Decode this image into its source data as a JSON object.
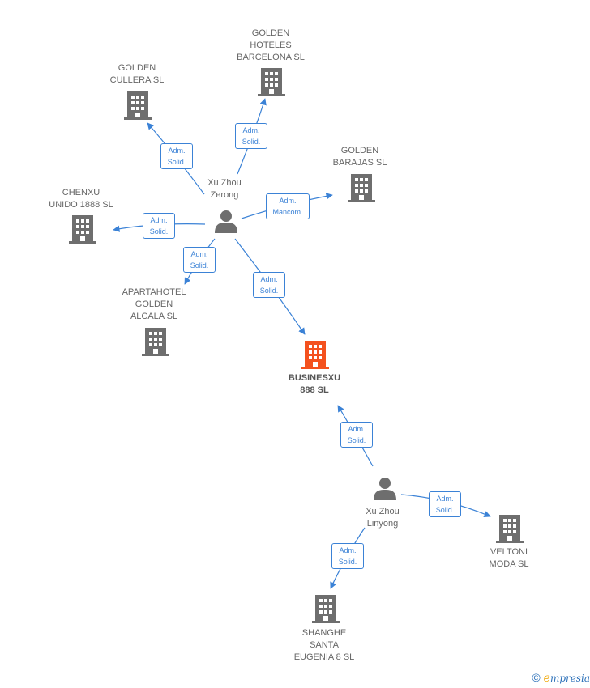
{
  "colors": {
    "edge": "#3b82d6",
    "building": "#6e6e6e",
    "focus": "#f4511e",
    "person": "#6e6e6e"
  },
  "persons": {
    "zerong": {
      "label": "Xu Zhou\nZerong",
      "icon": "person-icon"
    },
    "linyong": {
      "label": "Xu Zhou\nLinyong",
      "icon": "person-icon"
    }
  },
  "companies": {
    "cullera": {
      "label": "GOLDEN\nCULLERA  SL",
      "icon": "building-icon"
    },
    "barcelona": {
      "label": "GOLDEN\nHOTELES\nBARCELONA  SL",
      "icon": "building-icon"
    },
    "barajas": {
      "label": "GOLDEN\nBARAJAS  SL",
      "icon": "building-icon"
    },
    "chenxu": {
      "label": "CHENXU\nUNIDO 1888  SL",
      "icon": "building-icon"
    },
    "alcala": {
      "label": "APARTAHOTEL\nGOLDEN\nALCALA  SL",
      "icon": "building-icon"
    },
    "businesxu": {
      "label": "BUSINESXU\n888  SL",
      "icon": "building-icon"
    },
    "veltoni": {
      "label": "VELTONI\nMODA SL",
      "icon": "building-icon"
    },
    "shanghe": {
      "label": "SHANGHE\nSANTA\nEUGENIA 8  SL",
      "icon": "building-icon"
    }
  },
  "relations": {
    "cullera": "Adm.\nSolid.",
    "barcelona": "Adm.\nSolid.",
    "barajas": "Adm.\nMancom.",
    "chenxu": "Adm.\nSolid.",
    "alcala": "Adm.\nSolid.",
    "businesxu_zerong": "Adm.\nSolid.",
    "businesxu_linyong": "Adm.\nSolid.",
    "veltoni": "Adm.\nSolid.",
    "shanghe": "Adm.\nSolid."
  },
  "footer": {
    "copyright": "©",
    "brand_initial": "e",
    "brand_rest": "mpresia"
  }
}
